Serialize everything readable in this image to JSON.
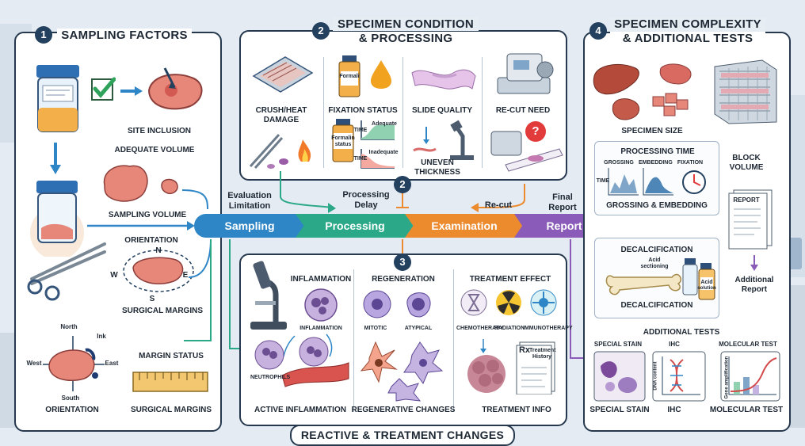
{
  "colors": {
    "navy": "#23405f",
    "sampling": "#2f86c6",
    "processing": "#2ba888",
    "examination": "#ec8a2e",
    "report": "#8a5bb8",
    "connector": "#2ba888"
  },
  "panel1": {
    "number": "1",
    "title": "SAMPLING FACTORS",
    "site_inclusion": "SITE INCLUSION",
    "adequate_volume": "ADEQUATE VOLUME",
    "sampling_volume": "SAMPLING VOLUME",
    "orientation": "ORIENTATION",
    "compass_n": "N",
    "compass_s": "S",
    "compass_e": "E",
    "compass_w": "W",
    "surgical_margins": "SURGICAL MARGINS",
    "north": "North",
    "south": "South",
    "east": "East",
    "west": "West",
    "ink": "Ink",
    "orientation2": "ORIENTATION",
    "margin_status": "MARGIN STATUS",
    "surgical_margins2": "SURGICAL MARGINS"
  },
  "panel2": {
    "number": "2",
    "title_line1": "SPECIMEN CONDITION",
    "title_line2": "& PROCESSING",
    "crush_line1": "CRUSH/HEAT",
    "crush_line2": "DAMAGE",
    "fixation_status": "FIXATION STATUS",
    "formalin_line1": "Formalin",
    "formalin_line2": "status",
    "formali_small": "Formali",
    "adequate": "Adequate",
    "inadequate": "Inadequate",
    "time": "TIME",
    "slide_quality": "SLIDE QUALITY",
    "uneven_line1": "UNEVEN",
    "uneven_line2": "THICKNESS",
    "recut_need": "RE-CUT NEED",
    "question": "?"
  },
  "flow": {
    "stages": [
      "Sampling",
      "Processing",
      "Examination",
      "Report"
    ],
    "evaluation_line1": "Evaluation",
    "evaluation_line2": "Limitation",
    "processing_delay_line1": "Processing",
    "processing_delay_line2": "Delay",
    "delay_number": "2",
    "recut": "Re-cut",
    "final_line1": "Final",
    "final_line2": "Report"
  },
  "panel3": {
    "number": "3",
    "title": "REACTIVE & TREATMENT CHANGES",
    "inflammation": "INFLAMMATION",
    "inflammation_small": "INFLAMMATION",
    "neutrophils": "NEUTROPHILS",
    "active_inflammation": "ACTIVE INFLAMMATION",
    "regeneration": "REGENERATION",
    "mitotic": "MITOTIC",
    "atypical": "ATYPICAL",
    "regenerative_changes": "REGENERATIVE CHANGES",
    "treatment_effect": "TREATMENT EFFECT",
    "chemotherapy": "CHEMOTHERAPY",
    "radiation": "RADIATION",
    "immunotherapy": "IMMUNOTHERAPY",
    "rx": "Rx",
    "treatment_history_line1": "Treatment",
    "treatment_history_line2": "History",
    "treatment_info": "TREATMENT INFO"
  },
  "panel4": {
    "number": "4",
    "title_line1": "SPECIMEN COMPLEXITY",
    "title_line2": "& ADDITIONAL TESTS",
    "specimen_size": "SPECIMEN SIZE",
    "processing_time": "PROCESSING TIME",
    "grossing": "GROSSING",
    "embedding": "EMBEDDING",
    "fixation": "FIXATION",
    "time": "TIME",
    "grossing_embedding": "GROSSING & EMBEDDING",
    "block_line1": "BLOCK",
    "block_line2": "VOLUME",
    "report_doc": "REPORT",
    "decalcification": "DECALCIFICATION",
    "acid_line1": "Acid",
    "acid_line2": "sectioning",
    "acid_bottle_line1": "Acid",
    "acid_bottle_line2": "solution",
    "decalcification2": "DECALCIFICATION",
    "additional_report_line1": "Additional",
    "additional_report_line2": "Report",
    "additional_tests": "ADDITIONAL TESTS",
    "special_stain": "SPECIAL STAIN",
    "ihc": "IHC",
    "molecular_test": "MOLECULAR TEST",
    "special_stain2": "SPECIAL STAIN",
    "ihc2": "IHC",
    "molecular_test2": "MOLECULAR TEST",
    "dna_content": "DNA content",
    "gene_amplification": "Gene amplification"
  }
}
